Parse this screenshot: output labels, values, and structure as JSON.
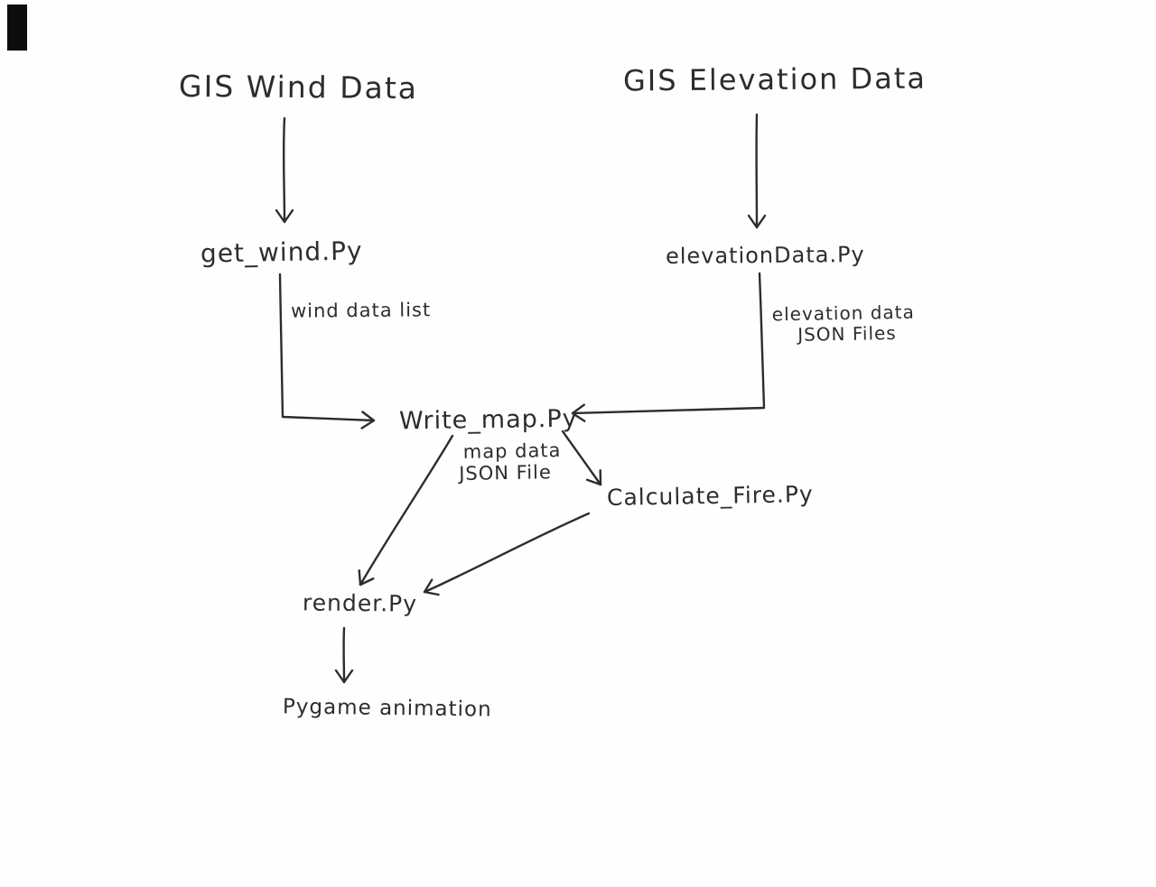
{
  "page": {
    "background": "#fefefe",
    "ink_color": "#2d2d2d",
    "style": "hand-drawn flowchart on scanned white paper"
  },
  "diagram": {
    "nodes": [
      {
        "id": "gis-wind",
        "label": "GIS Wind Data"
      },
      {
        "id": "gis-elevation",
        "label": "GIS Elevation Data"
      },
      {
        "id": "get-wind",
        "label": "get_wind.Py"
      },
      {
        "id": "elevation-data",
        "label": "elevationData.Py"
      },
      {
        "id": "write-map",
        "label": "Write_map.Py"
      },
      {
        "id": "calculate-fire",
        "label": "Calculate_Fire.Py"
      },
      {
        "id": "render",
        "label": "render.Py"
      },
      {
        "id": "pygame",
        "label": "Pygame animation"
      }
    ],
    "edge_labels": [
      {
        "id": "wind-list",
        "line1": "wind data list",
        "line2": ""
      },
      {
        "id": "elevation-json",
        "line1": "elevation data",
        "line2": "JSON Files"
      },
      {
        "id": "map-json",
        "line1": "map data",
        "line2": "JSON File"
      }
    ],
    "edges": [
      {
        "from": "GIS Wind Data",
        "to": "get_wind.Py",
        "label": ""
      },
      {
        "from": "GIS Elevation Data",
        "to": "elevationData.Py",
        "label": ""
      },
      {
        "from": "get_wind.Py",
        "to": "Write_map.Py",
        "label": "wind data list"
      },
      {
        "from": "elevationData.Py",
        "to": "Write_map.Py",
        "label": "elevation data JSON Files"
      },
      {
        "from": "Write_map.Py",
        "to": "Calculate_Fire.Py",
        "label": "map data JSON File"
      },
      {
        "from": "Write_map.Py",
        "to": "render.Py",
        "label": ""
      },
      {
        "from": "Calculate_Fire.Py",
        "to": "render.Py",
        "label": ""
      },
      {
        "from": "render.Py",
        "to": "Pygame animation",
        "label": ""
      }
    ]
  }
}
